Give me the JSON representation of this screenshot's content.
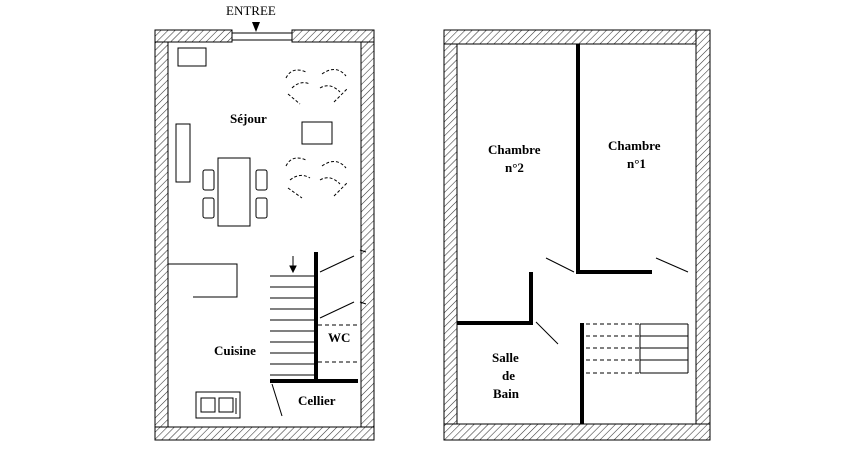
{
  "ground_floor": {
    "entrance": "ENTREE",
    "rooms": {
      "sejour": "Séjour",
      "cuisine": "Cuisine",
      "wc": "WC",
      "cellier": "Cellier"
    }
  },
  "upper_floor": {
    "rooms": {
      "chambre2_line1": "Chambre",
      "chambre2_line2": "n°2",
      "chambre1_line1": "Chambre",
      "chambre1_line2": "n°1",
      "salle_line1": "Salle",
      "salle_line2": "de",
      "salle_line3": "Bain"
    }
  }
}
